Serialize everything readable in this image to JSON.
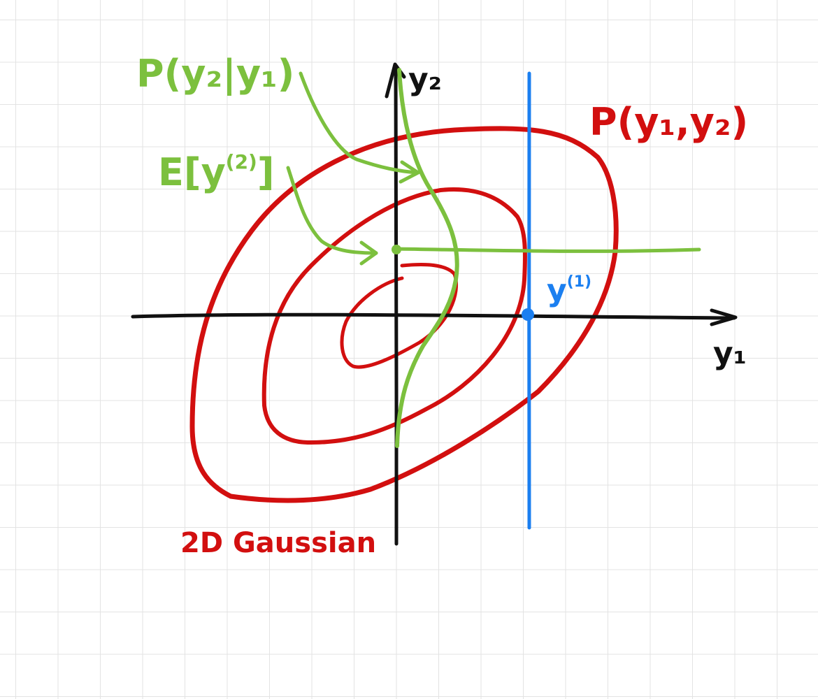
{
  "labels": {
    "conditional": "P(y₂|y₁)",
    "expectation_prefix": "E[y",
    "expectation_sup": "(2)",
    "expectation_suffix": "]",
    "joint": "P(y₁,y₂)",
    "y1_axis": "y₁",
    "y2_axis": "y₂",
    "observed_base": "y",
    "observed_sup": "(1)",
    "gaussian": "2D Gaussian"
  },
  "colors": {
    "green": "#7cc03e",
    "red": "#d20f0f",
    "blue": "#1b7ff0",
    "black": "#111111",
    "grid": "#e3e3e3"
  }
}
